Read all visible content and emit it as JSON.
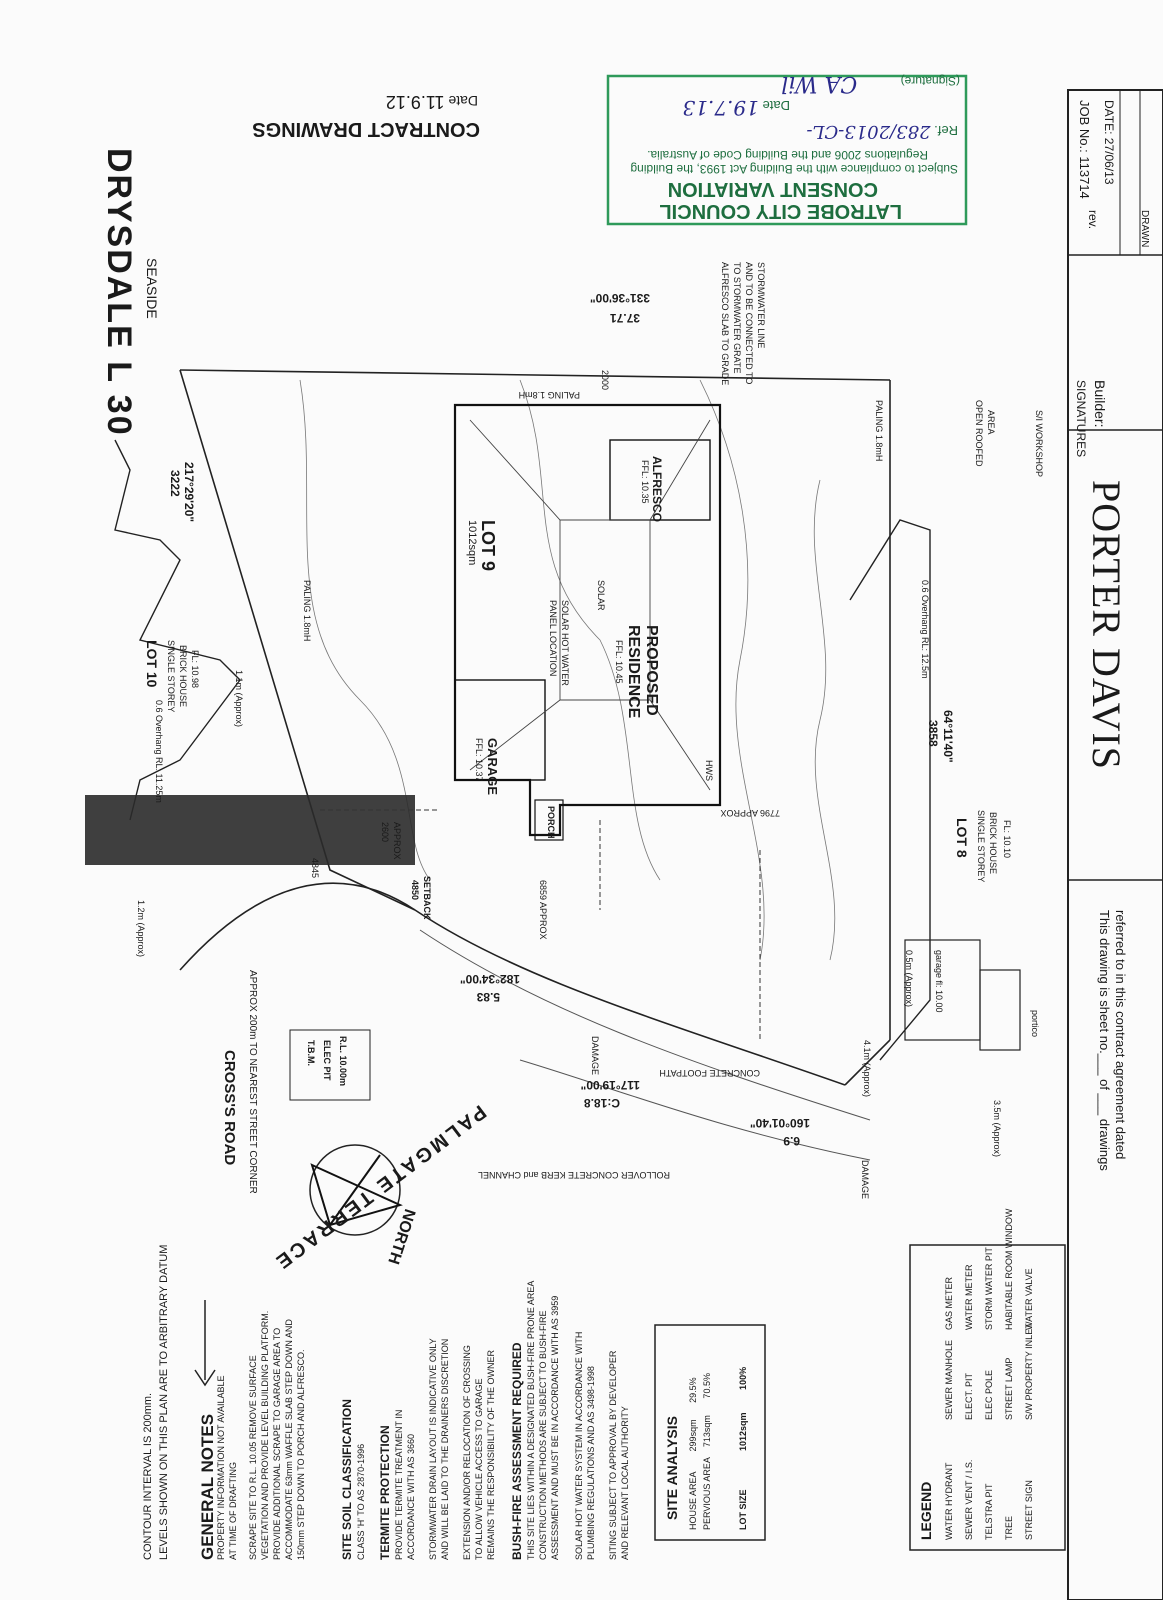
{
  "title": {
    "main": "DRYSDALE L 30",
    "sub": "SEASIDE"
  },
  "contract": {
    "heading": "CONTRACT DRAWINGS",
    "date_label": "Date",
    "date_value": "11.9.12"
  },
  "council_stamp": {
    "line1": "LATROBE CITY COUNCIL",
    "line2": "CONSENT VARIATION",
    "line3": "Subject to compliance with the Building Act 1993, the Building",
    "line4": "Regulations 2006 and the Building Code of Australia.",
    "ref_label": "Ref.",
    "ref_value": "283/2013-CL-",
    "date_label": "Date",
    "date_value": "19.7.13",
    "sig_label": "(Signature)",
    "sig_value": "CA Wil"
  },
  "title_block": {
    "job_label": "JOB No.:",
    "job_value": "113714",
    "date_label": "DATE:",
    "date_value": "27/06/13",
    "rev_label": "rev.",
    "drawn_label": "DRAWN",
    "signatures_label": "SIGNATURES",
    "builder_label": "Builder:",
    "company": "PORTER DAVIS",
    "sheet_note_1": "This drawing is sheet no.___ of ___ drawings",
    "sheet_note_2": "referred to in this contract agreement dated"
  },
  "roads": {
    "road1": "CROSS'S ROAD",
    "road1_note": "APPROX 200m TO NEAREST STREET CORNER",
    "road2": "PALMGATE TERRACE",
    "north": "NORTH"
  },
  "lots": {
    "lot9": "LOT 9",
    "lot9_area": "1012sqm",
    "lot10": "LOT 10",
    "lot10_desc1": "SINGLE STOREY",
    "lot10_desc2": "BRICK HOUSE",
    "lot10_fl": "FL: 10.98",
    "lot8": "LOT 8",
    "lot8_desc1": "SINGLE STOREY",
    "lot8_desc2": "BRICK HOUSE",
    "lot8_fl": "FL: 10.10"
  },
  "residence": {
    "label1": "PROPOSED",
    "label2": "RESIDENCE",
    "ffl": "FFL: 10.45",
    "garage": "GARAGE",
    "garage_ffl": "FFL: 10.37",
    "alfresco": "ALFRESCO",
    "alfresco_ffl": "FFL: 10.35",
    "porch": "PORCH",
    "solar_hw": "SOLAR HOT WATER",
    "panel_loc": "PANEL LOCATION",
    "solar": "SOLAR",
    "hws": "HWS"
  },
  "dimensions": {
    "d1": "3222",
    "b1": "217°29'20\"",
    "d2": "37.71",
    "b2": "331°36'00\"",
    "d3": "3858",
    "b3": "64°11'40\"",
    "d4": "C:18.8",
    "b4": "117°19'00\"",
    "d5": "6.9",
    "b5": "160°01'40\"",
    "d6": "5.83",
    "b6": "182°34'00\"",
    "setback": "4850",
    "setback_label": "SETBACK",
    "approx_2600": "2600",
    "approx_label": "APPROX",
    "approx_7796": "7796 APPROX",
    "approx_6859": "6859 APPROX",
    "d_2000": "2000",
    "d_4845": "4845"
  },
  "tbm": {
    "line1": "T.B.M.",
    "line2": "ELEC PIT",
    "line3": "R.L. 10.00m"
  },
  "misc": {
    "alfresco_note1": "ALFRESCO SLAB TO GRADE",
    "alfresco_note2": "TO STORMWATER GRATE",
    "alfresco_note3": "AND TO BE CONNECTED TO",
    "alfresco_note4": "STORMWATER LINE",
    "paling1": "PALING 1.8mH",
    "paling2": "PALING 1.8mH",
    "paling3": "PALING 1.8mH",
    "open_roofed": "OPEN ROOFED",
    "area": "AREA",
    "workshop": "S/I WORKSHOP",
    "overhang1": "0.6 Overhang RL: 11.25m",
    "overhang2": "0.6 Overhang RL: 12.5m",
    "footpath": "CONCRETE FOOTPATH",
    "kerb": "ROLLOVER CONCRETE KERB and CHANNEL",
    "damage1": "DAMAGE",
    "damage2": "DAMAGE",
    "garage_fl": "garage fl: 10.00",
    "portico": "portico",
    "approx_05": "0.5m (Approx)",
    "approx_41": "4.1m (Approx)",
    "approx_35": "3.5m (Approx)",
    "approx_12": "1.2m (Approx)",
    "approx_1": "1.1m (Approx)"
  },
  "general_notes": {
    "l1": "CONTOUR INTERVAL IS 200mm.",
    "l2": "LEVELS SHOWN ON THIS PLAN ARE TO ARBITRARY DATUM",
    "heading": "GENERAL NOTES",
    "n1a": "PROPERTY INFORMATION NOT AVAILABLE",
    "n1b": "AT TIME OF DRAFTING",
    "n2a": "SCRAPE SITE TO R.L. 10.05 REMOVE SURFACE",
    "n2b": "VEGETATION AND PROVIDE LEVEL BUILDING PLATFORM.",
    "n2c": "PROVIDE ADDITIONAL SCRAPE TO GARAGE AREA TO",
    "n2d": "ACCOMMODATE 63mm WAFFLE SLAB STEP DOWN AND",
    "n2e": "150mm STEP DOWN TO PORCH AND ALFRESCO.",
    "soil_heading": "SITE SOIL CLASSIFICATION",
    "soil_text": "CLASS 'H' TO AS 2870-1996",
    "termite_heading": "TERMITE PROTECTION",
    "termite_a": "PROVIDE TERMITE TREATMENT IN",
    "termite_b": "ACCORDANCE WITH AS 3660",
    "storm_a": "STORMWATER DRAIN LAYOUT IS INDICATIVE ONLY",
    "storm_b": "AND WILL BE LAID TO THE DRAINERS DISCRETION",
    "ext_a": "EXTENSION AND/OR RELOCATION OF CROSSING",
    "ext_b": "TO ALLOW VEHICLE ACCESS TO GARAGE",
    "ext_c": "REMAINS THE RESPONSIBILITY OF THE OWNER",
    "bush_heading": "BUSH-FIRE ASSESSMENT REQUIRED",
    "bush_a": "THIS SITE LIES WITHIN A DESIGNATED BUSH-FIRE PRONE AREA",
    "bush_b": "CONSTRUCTION METHODS ARE SUBJECT TO BUSH-FIRE",
    "bush_c": "ASSESSMENT AND MUST BE IN ACCORDANCE WITH AS 3959",
    "shw_a": "SOLAR HOT WATER SYSTEM IN ACCORDANCE WITH",
    "shw_b": "PLUMBING REGULATIONS AND AS 3498-1998",
    "siting_a": "SITING SUBJECT TO APPROVAL BY DEVELOPER",
    "siting_b": "AND RELEVANT LOCAL AUTHORITY"
  },
  "site_analysis": {
    "heading": "SITE ANALYSIS",
    "rows": [
      {
        "label": "HOUSE AREA",
        "value": "299sqm",
        "pct": "29.5%"
      },
      {
        "label": "PERVIOUS AREA",
        "value": "713sqm",
        "pct": "70.5%"
      },
      {
        "label": "LOT SIZE",
        "value": "1012sqm",
        "pct": "100%"
      }
    ]
  },
  "legend": {
    "heading": "LEGEND",
    "items": [
      "WATER HYDRANT",
      "SEWER VENT / I.S.",
      "TELSTRA PIT",
      "TREE",
      "STREET SIGN",
      "SEWER MANHOLE",
      "ELECT. PIT",
      "ELEC POLE",
      "STREET LAMP",
      "S/W PROPERTY INLET",
      "GAS METER",
      "WATER METER",
      "STORM WATER PIT",
      "HABITABLE ROOM WINDOW",
      "WATER VALVE"
    ]
  }
}
